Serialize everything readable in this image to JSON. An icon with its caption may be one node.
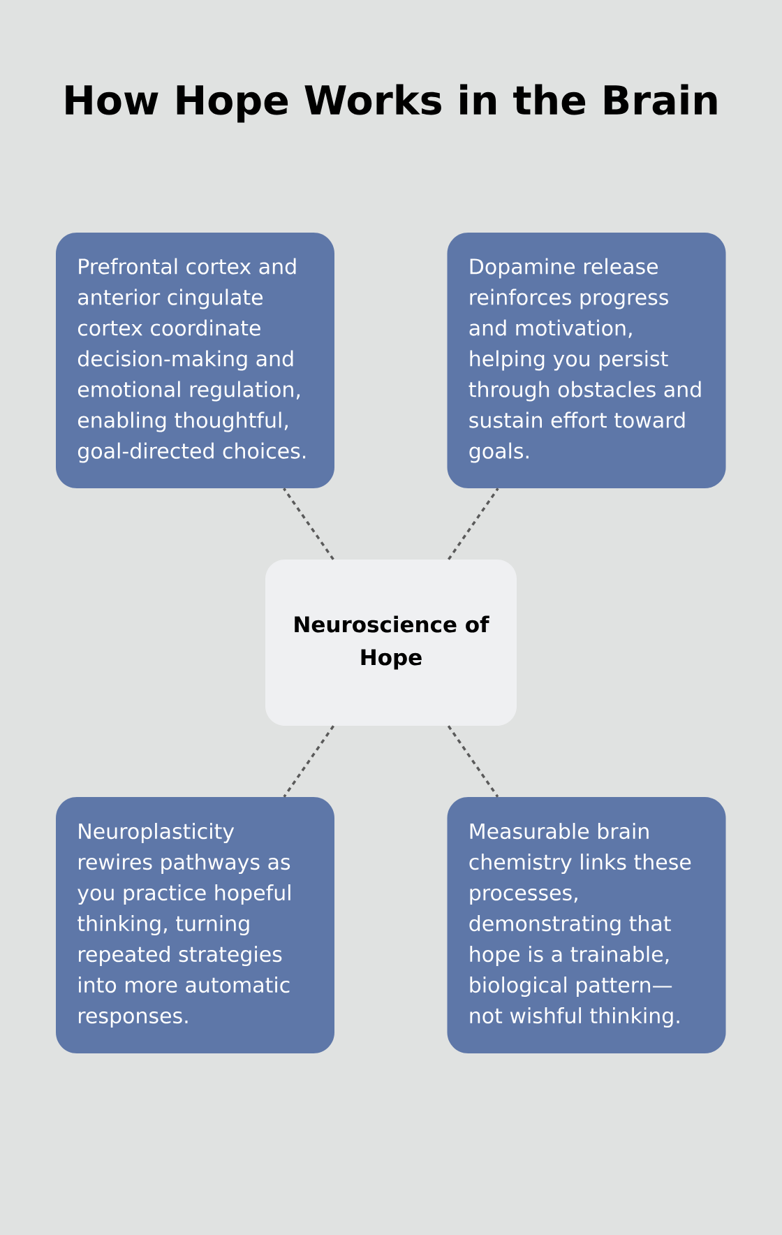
{
  "diagram": {
    "title": "How Hope Works in the Brain",
    "nodes": [
      {
        "text": [
          "Prefrontal cortex and anterior cingulate cortex coordinate decision-making and emotional regulation, enabling thoughtful, goal-directed choices."
        ]
      },
      {
        "text": [
          "Dopamine release reinforces progress and motivation, helping you persist through obstacles and sustain effort toward goals."
        ]
      },
      {
        "text": [
          "Neuroscience of Hope"
        ]
      },
      {
        "text": [
          "Neuroplasticity rewires pathways as you practice hopeful thinking, turning repeated strategies into more automatic responses."
        ]
      },
      {
        "text": [
          "Measurable brain chemistry links these processes, demonstrating that hope is a trainable, biological pattern—not wishful thinking."
        ]
      }
    ],
    "edges": [
      {
        "from": 2,
        "to": 0,
        "arrow": "none",
        "style": "dashed"
      },
      {
        "from": 2,
        "to": 1,
        "arrow": "none",
        "style": "dashed"
      },
      {
        "from": 2,
        "to": 3,
        "arrow": "none",
        "style": "dashed"
      },
      {
        "from": 2,
        "to": 4,
        "arrow": "none",
        "style": "dashed"
      }
    ]
  }
}
